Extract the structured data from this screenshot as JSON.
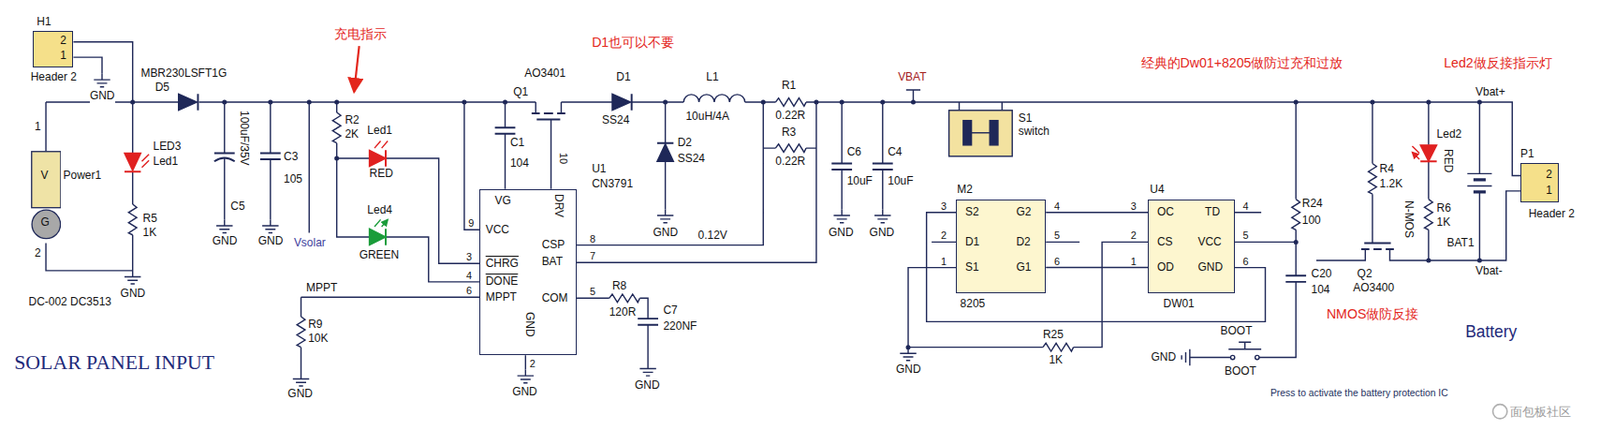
{
  "diagram": {
    "nodes": [
      {
        "text": [
          "2",
          "1"
        ]
      },
      {
        "text": [
          "V",
          "G"
        ]
      },
      {
        "text": [
          "VG",
          "VCC",
          "CHRG",
          "DONE",
          "MPPT",
          "DRV",
          "CSP",
          "BAT",
          "COM",
          "GND"
        ]
      },
      {
        "text": [
          "S2",
          "G2",
          "D1",
          "D2",
          "S1",
          "G1"
        ]
      },
      {
        "text": [
          "OC",
          "TD",
          "CS",
          "VCC",
          "OD",
          "GND"
        ]
      },
      {
        "text": [
          "2",
          "1"
        ]
      }
    ],
    "edges": [
      {
        "from": 3,
        "to": 4,
        "arrow": "none"
      },
      {
        "from": 3,
        "to": 4,
        "arrow": "none"
      }
    ],
    "labels": [
      "H1",
      "Header 2",
      "GND",
      "MBR230LSFT1G",
      "D5",
      "LED3",
      "Led1",
      "Power1",
      "1",
      "2",
      "R5",
      "1K",
      "GND",
      "DC-002 DC3513",
      "100uF/35V",
      "C5",
      "GND",
      "C3",
      "105",
      "GND",
      "Vsolar",
      "充电指示",
      "R2",
      "2K",
      "Led1",
      "RED",
      "Led4",
      "GREEN",
      "MPPT",
      "R9",
      "10K",
      "GND",
      "AO3401",
      "Q1",
      "C1",
      "104",
      "10",
      "9",
      "3",
      "4",
      "6",
      "8",
      "7",
      "5",
      "2",
      "U1",
      "CN3791",
      "D1也可以不要",
      "D1",
      "SS24",
      "D2",
      "SS24",
      "GND",
      "L1",
      "10uH/4A",
      "R1",
      "0.22R",
      "R3",
      "0.22R",
      "0.12V",
      "R8",
      "120R",
      "C7",
      "220NF",
      "GND",
      "GND",
      "C6",
      "10uF",
      "C4",
      "10uF",
      "GND",
      "GND",
      "VBAT",
      "经典的Dw01+8205做防过充和过放",
      "S1",
      "switch",
      "M2",
      "3",
      "2",
      "1",
      "4",
      "5",
      "6",
      "8205",
      "U4",
      "3",
      "2",
      "1",
      "4",
      "5",
      "6",
      "DW01",
      "R24",
      "100",
      "C20",
      "104",
      "R25",
      "1K",
      "GND",
      "BOOT",
      "BOOT",
      "GND",
      "Press to activate the battery protection IC",
      "Led2做反接指示灯",
      "Vbat+",
      "R4",
      "1.2K",
      "N-MOS",
      "Q2",
      "AO3400",
      "NMOS做防反接",
      "Led2",
      "RED",
      "R6",
      "1K",
      "BAT1",
      "Vbat-",
      "P1",
      "Header 2",
      "Battery",
      "SOLAR PANEL INPUT",
      "面包板社区"
    ]
  }
}
